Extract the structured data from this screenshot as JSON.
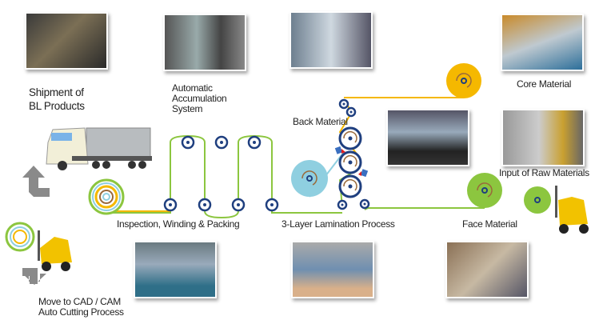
{
  "labels": {
    "shipment": [
      "Shipment of",
      "BL Products"
    ],
    "accumulation": [
      "Automatic",
      "Accumulation",
      "System"
    ],
    "back_material": "Back Material",
    "core_material": "Core Material",
    "raw_materials": "Input of Raw Materials",
    "inspection": "Inspection, Winding & Packing",
    "lamination": "3-Layer Lamination Process",
    "face_material": "Face Material",
    "cutting": [
      "Move to CAD / CAM",
      "Auto Cutting Process"
    ]
  },
  "colors": {
    "green": "#8cc63f",
    "yellow": "#f5b800",
    "light_blue": "#8fcfe0",
    "navy": "#1f3f7f",
    "brown_arrow": "#9a6a3a",
    "gray_arrow": "#8a8a8a",
    "forklift": "#f2c200"
  }
}
